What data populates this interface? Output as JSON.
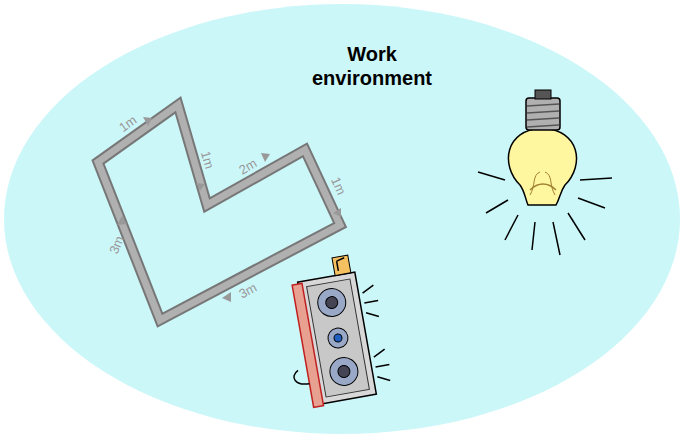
{
  "diagram": {
    "nodes": [
      {
        "text": [
          "Work environment"
        ]
      }
    ],
    "labels": [
      "1m",
      "1m",
      "2m",
      "1m",
      "3m",
      "3m"
    ]
  }
}
